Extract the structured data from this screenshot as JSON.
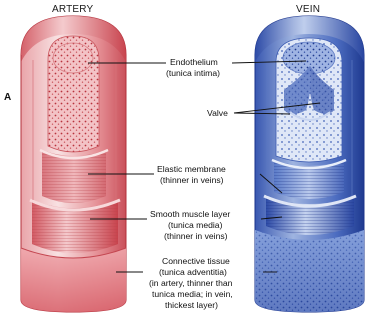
{
  "titles": {
    "artery": "ARTERY",
    "vein": "VEIN"
  },
  "panel_letter": "A",
  "labels": {
    "endothelium": [
      "Endothelium",
      "(tunica intima)"
    ],
    "valve": [
      "Valve"
    ],
    "elastic": [
      "Elastic membrane",
      "(thinner in veins)"
    ],
    "muscle": [
      "Smooth muscle layer",
      "(tunica media)",
      "(thinner in veins)"
    ],
    "connective": [
      "Connective tissue",
      "(tunica adventitia)",
      "(in artery, thinner than",
      "tunica media; in vein,",
      "thickest layer)"
    ]
  },
  "colors": {
    "artery_dark": "#c23c45",
    "artery_mid": "#e07d84",
    "artery_light": "#f6d3d5",
    "vein_dark": "#233f98",
    "vein_mid": "#5a7cc4",
    "vein_light": "#cfdaf0"
  }
}
